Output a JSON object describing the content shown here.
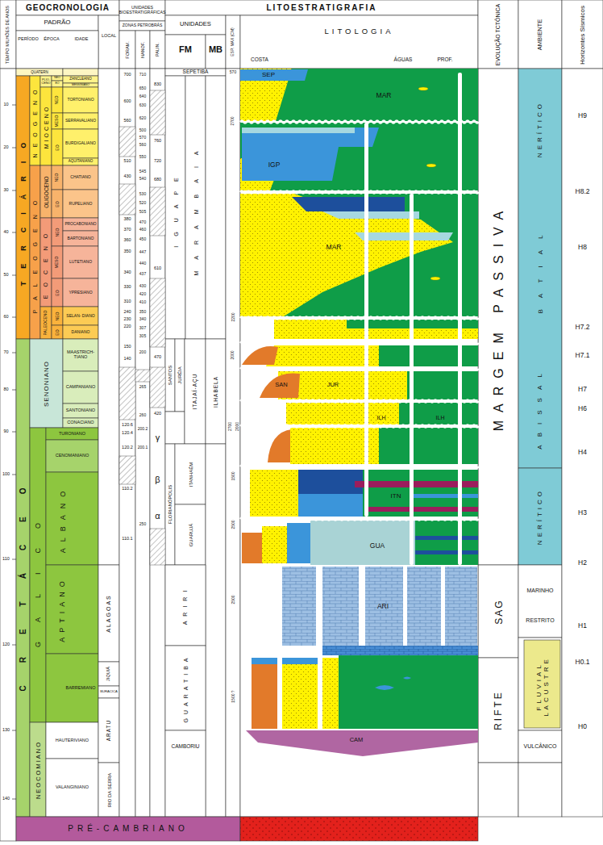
{
  "diagram": {
    "labels": [
      "GEOCRONOLOGIA",
      "PADRÃO",
      "LOCAL",
      "TEMPO MILHÕES DE ANOS",
      "PERÍODO",
      "ÉPOCA",
      "IDADE",
      "UNIDADES BIOESTRATIGRÁFICAS",
      "ZONAS PETROBRÁS",
      "FORAM.",
      "NANOF.",
      "PALIN.",
      "LITOESTRATIGRAFIA",
      "UNIDADES",
      "FM",
      "MB",
      "ESP. MAX (CM)",
      "LITOLOGIA",
      "COSTA",
      "ÁGUAS",
      "PROF.",
      "EVOLUÇÃO TCTÔNICA",
      "AMBIENTE",
      "Horizontes Sísmicos",
      "10",
      "20",
      "30",
      "40",
      "50",
      "60",
      "70",
      "80",
      "90",
      "100",
      "110",
      "120",
      "130",
      "140",
      "QUATERN",
      "TERCIÁRIO",
      "NEOGENO",
      "PALEOGENO",
      "PLIO- CENO",
      "MIOCENO",
      "OLIGOCENO",
      "EOCENO",
      "PALEOCENO",
      "NEO",
      "EO",
      "NEO",
      "MESO",
      "EO",
      "NEO",
      "EO",
      "NEO",
      "MESO",
      "EO",
      "NEO",
      "EO",
      "ZANCLEANO",
      "MESSINIANO",
      "TORTONIANO",
      "SERRAVALIANO",
      "BURDIGALIANO",
      "AQUITANIANO",
      "CHATIANO",
      "RUPELIANO",
      "PROCABONIANO",
      "BARTONIANO",
      "LUTETIANO",
      "YPRESIANO",
      "SELAN- DIANO",
      "DANIANO",
      "CRETÁCEO",
      "SENONIANO",
      "MAASTRICH- TIANO",
      "CAMPANIANO",
      "SANTONIANO",
      "CONACIANO",
      "GALICO",
      "TURONIANO",
      "CENOMANIANO",
      "ALBANO",
      "APTIANO",
      "BARREMIANO",
      "NEOCOMIANO",
      "HAUTERIVIANO",
      "VALANGINIANO",
      "ALAGOAS",
      "JIQUIÁ",
      "BURACICA",
      "ARATU",
      "RIO DA SERRA",
      "700",
      "600",
      "560",
      "510",
      "430",
      "380",
      "370",
      "360",
      "350",
      "340",
      "330",
      "310",
      "240",
      "230",
      "220",
      "150",
      "140",
      "120.6",
      "120.4",
      "120.2",
      "110.2",
      "110.1",
      "710",
      "650",
      "640",
      "630",
      "620",
      "500",
      "570",
      "560",
      "550",
      "545",
      "540",
      "530",
      "520",
      "505",
      "470",
      "460",
      "450",
      "447",
      "440",
      "437",
      "430",
      "420",
      "410",
      "350",
      "340",
      "307",
      "305",
      "200",
      "265",
      "260",
      "200.2",
      "200.1",
      "250",
      "830",
      "760",
      "720",
      "680",
      "610",
      "470",
      "420",
      "γ",
      "β",
      "α",
      "SEPETIBA",
      "IGUAPE",
      "MARAMBAIA",
      "SANTOS",
      "JURÉIA",
      "ITAJAÍ-AÇU",
      "ILHABELA",
      "FLORIANÓPOLIS",
      "ITANHAÉM",
      "GUARUJÁ",
      "ARIRI",
      "GUARATIBA",
      "CAMBORIU",
      "570",
      "2700",
      "2200",
      "2000",
      "2700",
      "2000",
      "1500",
      "2500",
      "2500",
      "1500 ?",
      "SEP",
      "MAR",
      "IGP",
      "MAR",
      "SAN",
      "JUR",
      "ILH",
      "ILH",
      "ITN",
      "GUA",
      "ARI",
      "CAM",
      "MARGEM PASSIVA",
      "SAG",
      "RIFTE",
      "NERÍTICO",
      "BATIAL",
      "ABISSAL",
      "NERÍTICO",
      "MARINHO",
      "RESTRITO",
      "FLUVIAL LACUSTRE",
      "VULCÂNICO",
      "H9",
      "H8.2",
      "H8",
      "H7.2",
      "H7.1",
      "H7",
      "H6",
      "H4",
      "H3",
      "H2",
      "H1",
      "H0.1",
      "H0",
      "PRÉ-CAMBRIANO"
    ]
  }
}
